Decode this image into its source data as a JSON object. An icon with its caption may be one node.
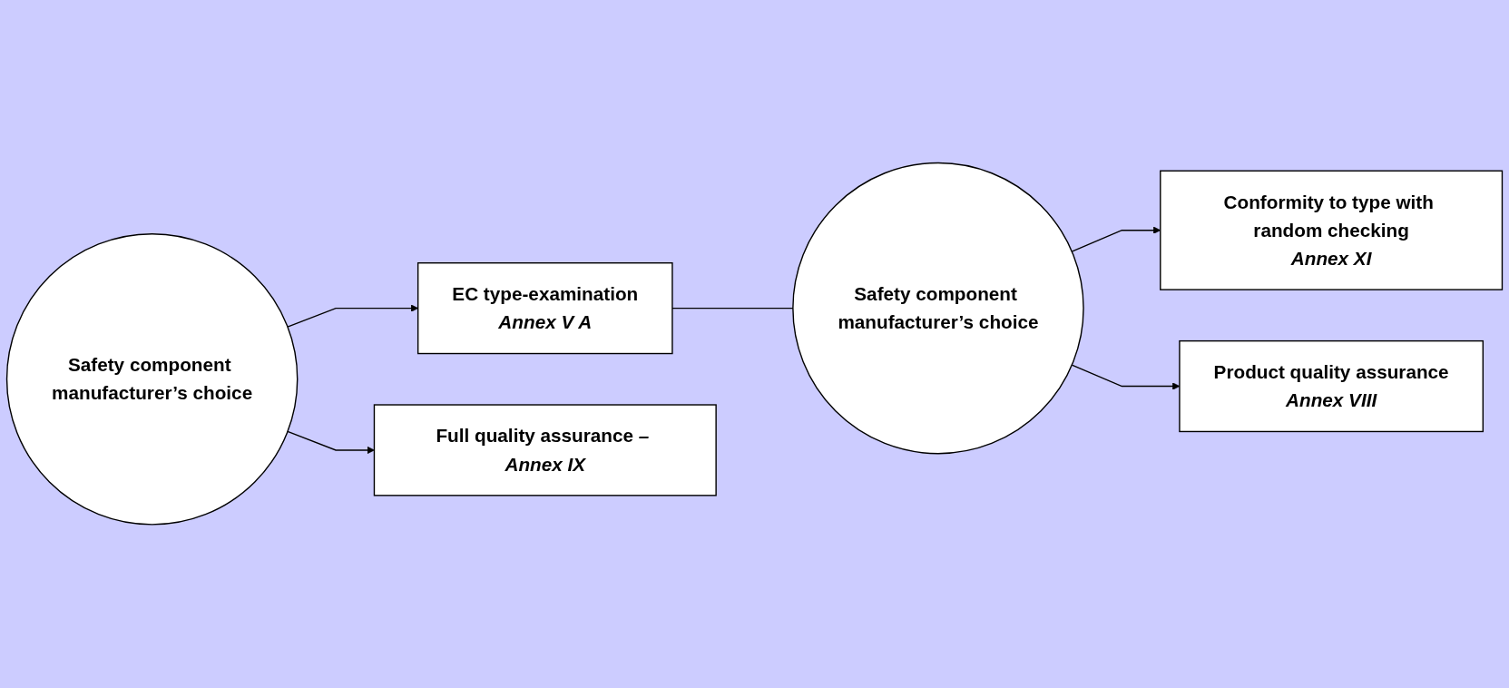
{
  "diagram": {
    "nodes": [
      {
        "text": [
          "Safety component manufacturer’s choice"
        ]
      },
      {
        "text": [
          "EC type-examination",
          "Annex V A"
        ]
      },
      {
        "text": [
          "Safety component manufacturer’s choice"
        ]
      },
      {
        "text": [
          "Conformity to type with random checking",
          "Annex XI"
        ]
      },
      {
        "text": [
          "Product quality assurance",
          "Annex VIII"
        ]
      },
      {
        "text": [
          "Full quality assurance",
          "– Annex IX"
        ]
      }
    ],
    "edges": [
      {
        "from": 0,
        "to": 1,
        "arrow": "to"
      },
      {
        "from": 0,
        "to": 5,
        "arrow": "to"
      },
      {
        "from": 1,
        "to": 2,
        "arrow": "none"
      },
      {
        "from": 2,
        "to": 3,
        "arrow": "to"
      },
      {
        "from": 2,
        "to": 4,
        "arrow": "to"
      }
    ]
  }
}
